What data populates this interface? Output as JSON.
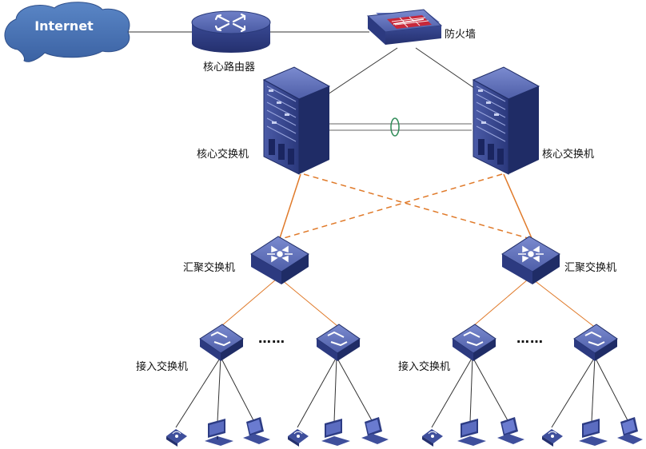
{
  "internet": {
    "label": "Internet"
  },
  "labels": {
    "core_router": "核心路由器",
    "firewall": "防火墙",
    "core_switch_left": "核心交换机",
    "core_switch_right": "核心交换机",
    "agg_switch_left": "汇聚交换机",
    "agg_switch_right": "汇聚交换机",
    "access_left": "接入交换机",
    "access_right": "接入交换机"
  },
  "ellipsis": {
    "left": "……",
    "right": "……"
  },
  "colors": {
    "device_top": "#5d6eb5",
    "device_front": "#2f3f86",
    "device_side": "#1f2c66",
    "cloud": "#4a74b4",
    "link_black": "#333333",
    "link_orange": "#e07a2a",
    "bundle_ring": "#2e8b57"
  }
}
